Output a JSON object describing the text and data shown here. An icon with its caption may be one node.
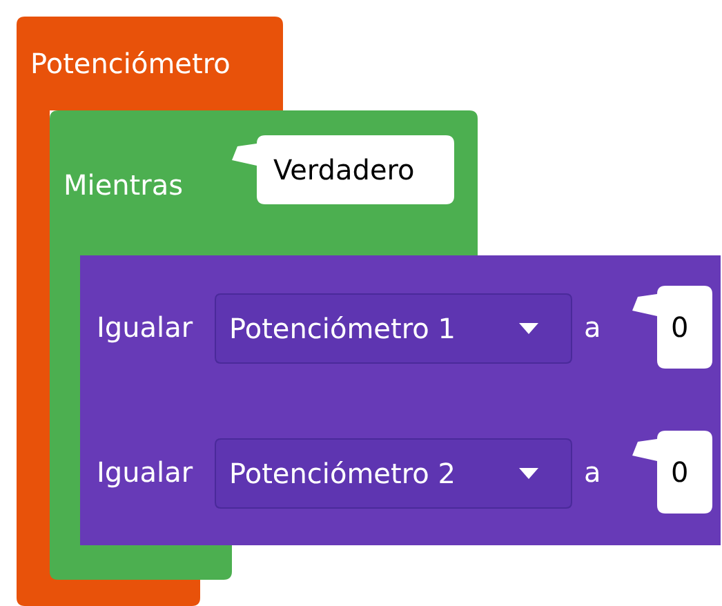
{
  "diagram": {
    "nodes": [
      {
        "text": [
          "Potenciómetro"
        ]
      },
      {
        "text": [
          "Mientras"
        ]
      },
      {
        "text": [
          "Verdadero"
        ],
        "in": 1
      },
      {
        "text": [
          "Igualar",
          "a"
        ]
      },
      {
        "text": [
          "Potenciómetro 1"
        ],
        "in": 3
      },
      {
        "text": [
          "0"
        ],
        "in": 3
      },
      {
        "text": [
          "Igualar",
          "a"
        ]
      },
      {
        "text": [
          "Potenciómetro 2"
        ],
        "in": 6
      },
      {
        "text": [
          "0"
        ],
        "in": 6
      }
    ]
  }
}
